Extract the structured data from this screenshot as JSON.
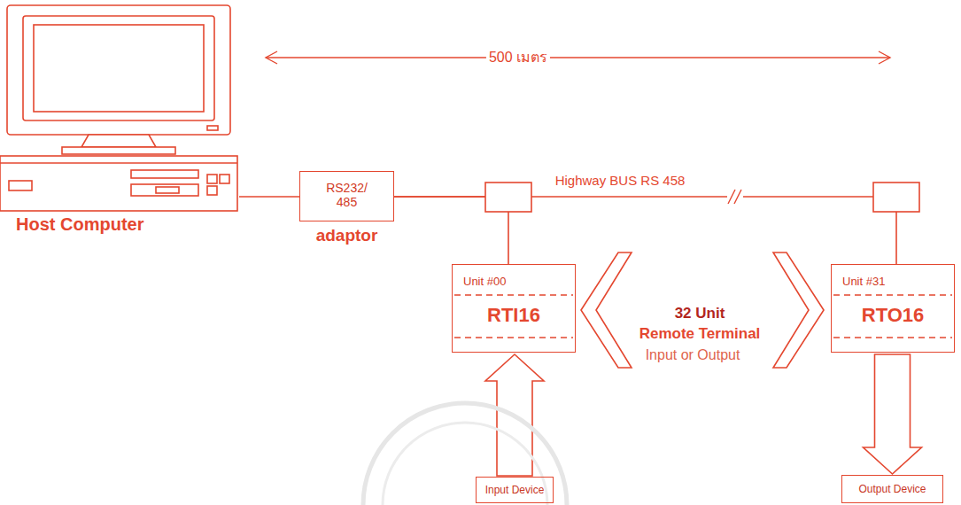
{
  "diagram": {
    "nodes": [
      {
        "text": [
          "Host Computer"
        ]
      },
      {
        "text": [
          "RS232/ 485",
          "adaptor"
        ]
      },
      {
        "text": [
          "Unit #00",
          "RTI16"
        ]
      },
      {
        "text": [
          "Unit #31",
          "RTO16"
        ]
      },
      {
        "text": [
          "Input Device"
        ]
      },
      {
        "text": [
          "Output Device"
        ]
      }
    ],
    "edges": [
      {
        "from": 0,
        "to": 1,
        "arrow": "none"
      },
      {
        "from": 1,
        "to": 2,
        "arrow": "none"
      },
      {
        "from": 1,
        "to": 3,
        "label": "Highway BUS RS 458",
        "arrow": "none"
      },
      {
        "from": 4,
        "to": 2,
        "arrow": "to"
      },
      {
        "from": 3,
        "to": 5,
        "arrow": "to"
      }
    ],
    "labels": [
      "500 เมตร",
      "32 Unit",
      "Remote Terminal",
      "Input or Output"
    ]
  }
}
